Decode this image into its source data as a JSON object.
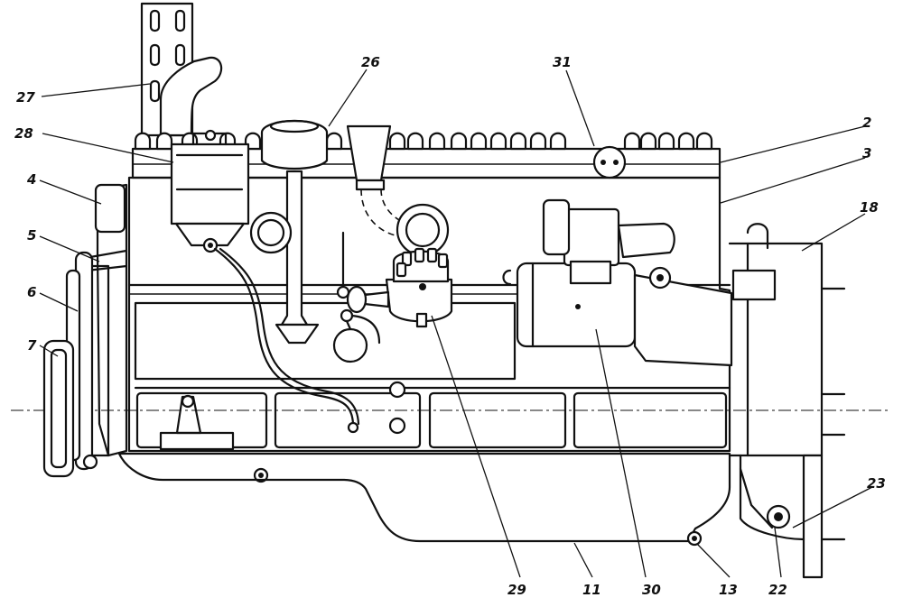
{
  "labels": {
    "l2": "2",
    "l3": "3",
    "l4": "4",
    "l5": "5",
    "l6": "6",
    "l7": "7",
    "l11": "11",
    "l13": "13",
    "l18": "18",
    "l22": "22",
    "l23": "23",
    "l26": "26",
    "l27": "27",
    "l28": "28",
    "l29": "29",
    "l30": "30",
    "l31": "31"
  }
}
